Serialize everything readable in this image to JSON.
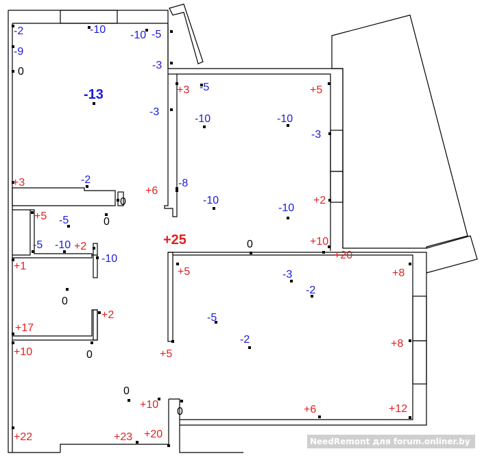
{
  "colors": {
    "negative": "#1a1adb",
    "positive": "#e02020",
    "zero": "#000000",
    "wall": "#000000",
    "watermark_text": "#ffffff",
    "watermark_bg": "#a8a8a8"
  },
  "watermark": "NeedRemont для forum.onliner.by",
  "readings": [
    {
      "text": "-2",
      "tone": "negative"
    },
    {
      "text": "-10",
      "tone": "negative"
    },
    {
      "text": "-10",
      "tone": "negative"
    },
    {
      "text": "-5",
      "tone": "negative"
    },
    {
      "text": "-9",
      "tone": "negative"
    },
    {
      "text": "0",
      "tone": "zero"
    },
    {
      "text": "-3",
      "tone": "negative"
    },
    {
      "text": "-13",
      "tone": "negative",
      "emphasis": true
    },
    {
      "text": "-3",
      "tone": "negative"
    },
    {
      "text": "+3",
      "tone": "positive"
    },
    {
      "text": "-5",
      "tone": "negative"
    },
    {
      "text": "+5",
      "tone": "positive"
    },
    {
      "text": "-10",
      "tone": "negative"
    },
    {
      "text": "-10",
      "tone": "negative"
    },
    {
      "text": "-3",
      "tone": "negative"
    },
    {
      "text": "+3",
      "tone": "positive"
    },
    {
      "text": "-2",
      "tone": "negative"
    },
    {
      "text": "+6",
      "tone": "positive"
    },
    {
      "text": "-8",
      "tone": "negative"
    },
    {
      "text": "0",
      "tone": "zero"
    },
    {
      "text": "-10",
      "tone": "negative"
    },
    {
      "text": "-10",
      "tone": "negative"
    },
    {
      "text": "+2",
      "tone": "positive"
    },
    {
      "text": "+5",
      "tone": "positive"
    },
    {
      "text": "-5",
      "tone": "negative"
    },
    {
      "text": "0",
      "tone": "zero"
    },
    {
      "text": "-5",
      "tone": "negative"
    },
    {
      "text": "-10",
      "tone": "negative"
    },
    {
      "text": "+2",
      "tone": "positive"
    },
    {
      "text": "+25",
      "tone": "positive",
      "emphasis": true
    },
    {
      "text": "0",
      "tone": "zero"
    },
    {
      "text": "+10",
      "tone": "positive"
    },
    {
      "text": "+20",
      "tone": "positive"
    },
    {
      "text": "-10",
      "tone": "negative"
    },
    {
      "text": "+1",
      "tone": "positive"
    },
    {
      "text": "+5",
      "tone": "positive"
    },
    {
      "text": "-3",
      "tone": "negative"
    },
    {
      "text": "+8",
      "tone": "positive"
    },
    {
      "text": "-2",
      "tone": "negative"
    },
    {
      "text": "0",
      "tone": "zero"
    },
    {
      "text": "+2",
      "tone": "positive"
    },
    {
      "text": "-5",
      "tone": "negative"
    },
    {
      "text": "+17",
      "tone": "positive"
    },
    {
      "text": "-2",
      "tone": "negative"
    },
    {
      "text": "+8",
      "tone": "positive"
    },
    {
      "text": "+10",
      "tone": "positive"
    },
    {
      "text": "0",
      "tone": "zero"
    },
    {
      "text": "+5",
      "tone": "positive"
    },
    {
      "text": "0",
      "tone": "zero"
    },
    {
      "text": "+10",
      "tone": "positive"
    },
    {
      "text": "0",
      "tone": "zero"
    },
    {
      "text": "+6",
      "tone": "positive"
    },
    {
      "text": "+12",
      "tone": "positive"
    },
    {
      "text": "+22",
      "tone": "positive"
    },
    {
      "text": "+23",
      "tone": "positive"
    },
    {
      "text": "+20",
      "tone": "positive"
    }
  ]
}
